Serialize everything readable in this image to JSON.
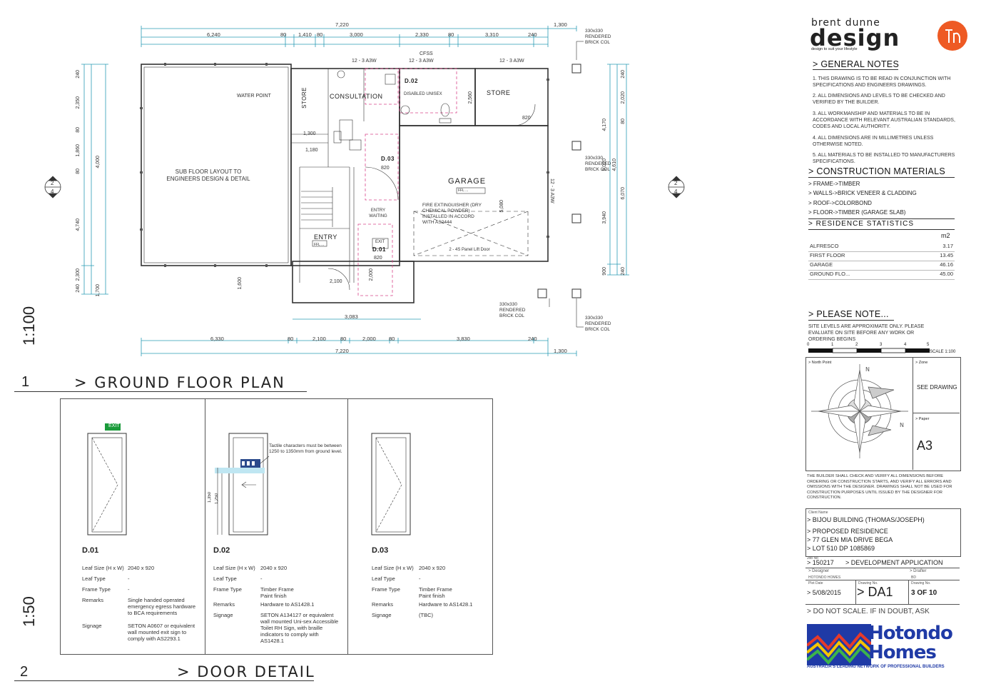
{
  "plan": {
    "dims_top": {
      "overall": "7,220",
      "overhang": "1,300",
      "segments": [
        "6,240",
        "80",
        "1,410",
        "80",
        "3,000",
        "2,330",
        "80",
        "3,310",
        "240"
      ]
    },
    "dims_bottom": {
      "overall": "7,220",
      "overhang": "1,300",
      "segments": [
        "6,330",
        "80",
        "2,100",
        "80",
        "2,000",
        "80",
        "3,830",
        "240"
      ],
      "entry": "3,083"
    },
    "left_dims": [
      "240",
      "2,350",
      "80",
      "1,860",
      "4,000",
      "4,740",
      "80",
      "2,300",
      "240",
      "1,700"
    ],
    "right_dims": [
      "240",
      "2,020",
      "80",
      "4,170",
      "9,020",
      "3,940",
      "4,610",
      "6,070",
      "900",
      "240"
    ],
    "labels": {
      "window_top_1": "12 - 3 A3W",
      "window_top_2": "12 - 3 A3W",
      "window_top_3": "12 - 3 A3W",
      "ceiling": "CFSS",
      "col_tr": "330x330 RENDERED BRICK COL",
      "col_mr": "330x330 RENDERED BRICK COL",
      "col_br": "330x330 RENDERED BRICK COL",
      "water_point": "WATER POINT",
      "store_1": "STORE",
      "consultation": "CONSULTATION",
      "disabled": "DISABLED UNISEX",
      "store_2": "STORE",
      "subfloor": "SUB FLOOR LAYOUT TO ENGINEERS DESIGN & DETAIL",
      "garage": "GARAGE",
      "garage_slab": "FFL ...",
      "fire": "FIRE EXTINGUISHER (DRY CHEMICAL POWDER) INSTALLED IN ACCORD WITH AS2444",
      "entry_waiting": "ENTRY WAITING",
      "entry": "ENTRY",
      "entry_ffl": "FFL ...",
      "garage_door": "2 - 4S Panel Lift Door",
      "d01": "D.01",
      "d02": "D.02",
      "d03": "D.03",
      "exit": "EXIT",
      "window_right": "12 - 3 A3W",
      "d820_1": "820",
      "d820_2": "820",
      "d820_3": "820",
      "d300": "1,300",
      "d1180": "1,180",
      "d2560": "2,560",
      "d2100": "2,100",
      "d5080": "5,080",
      "d1600": "1,600",
      "d2000": "2,000"
    },
    "section_left": {
      "top": "2",
      "bottom": "4"
    },
    "section_right": {
      "top": "2",
      "bottom": "4"
    }
  },
  "titles": {
    "scale_1": "1:100",
    "num_1": "1",
    "ground_floor": "> GROUND FLOOR PLAN",
    "scale_2": "1:50",
    "num_2": "2",
    "door_detail": "> DOOR DETAIL"
  },
  "doors": {
    "exit_sign": "EXIT",
    "tactile_note": "Tactile characters must be between 1250 to 1350mm from ground level.",
    "d02_dim1": "1,350",
    "d02_dim2": "1,250",
    "labels": [
      "Leaf Size (H x W)",
      "Leaf Type",
      "Frame Type",
      "Remarks",
      "Signage"
    ],
    "d01": {
      "title": "D.01",
      "leaf_size": "2040 x 920",
      "leaf_type": "-",
      "frame_type": "-",
      "remarks": "Single handed operated emergency egress hardware to BCA requirements",
      "signage": "SETON A0607 or equivalent wall mounted exit sign to comply with AS2293.1"
    },
    "d02": {
      "title": "D.02",
      "leaf_size": "2040 x 920",
      "leaf_type": "-",
      "frame_type": "Timber Frame Paint finish",
      "remarks": "Hardware to AS1428.1",
      "signage": "SETON A134127 or equivalent wall mounted Uni-sex Accessible Toilet RH Sign, with braille indicators to comply with AS1428.1"
    },
    "d03": {
      "title": "D.03",
      "leaf_size": "2040 x 920",
      "leaf_type": "-",
      "frame_type": "Timber Frame Paint finish",
      "remarks": "Hardware to AS1428.1",
      "signage": "(TBC)"
    }
  },
  "panel": {
    "brand_top": "brent dunne",
    "brand_main": "design",
    "brand_tag": "design to suit your lifestyle",
    "general_notes_h": "> GENERAL NOTES",
    "notes": [
      "1. THIS DRAWING IS TO BE READ IN CONJUNCTION WITH SPECIFICATIONS AND ENGINEERS DRAWINGS.",
      "2. ALL DIMENSIONS AND LEVELS TO BE CHECKED AND VERIFIED BY THE BUILDER.",
      "3. ALL WORKMANSHIP AND MATERIALS TO BE IN ACCORDANCE WITH RELEVANT AUSTRALIAN STANDARDS, CODES AND LOCAL AUTHORITY.",
      "4. ALL DIMENSIONS ARE IN MILLIMETRES UNLESS OTHERWISE NOTED.",
      "5. ALL MATERIALS TO BE INSTALLED TO MANUFACTURERS SPECIFICATIONS."
    ],
    "construction_h": "> CONSTRUCTION MATERIALS",
    "materials": [
      "> FRAME->TIMBER",
      "> WALLS->BRICK VENEER & CLADDING",
      "> ROOF->COLORBOND",
      "> FLOOR->TIMBER (GARAGE SLAB)"
    ],
    "stats_h": "> RESIDENCE STATISTICS",
    "stats_unit": "m2",
    "stats": [
      {
        "label": "ALFRESCO",
        "value": "3.17"
      },
      {
        "label": "FIRST FLOOR",
        "value": "13.45"
      },
      {
        "label": "GARAGE",
        "value": "46.16"
      },
      {
        "label": "GROUND FLO...",
        "value": "45.00"
      }
    ],
    "please_note_h": "> PLEASE NOTE...",
    "please_note": "SITE LEVELS ARE APPROXIMATE ONLY. PLEASE EVALUATE ON SITE BEFORE ANY WORK OR ORDERING BEGINS",
    "scale_ticks": [
      "0",
      "1",
      "2",
      "3",
      "4",
      "5"
    ],
    "scale_label": "SCALE 1:100",
    "north_point": "> North Point",
    "zone_h": "> Zone",
    "zone": "SEE DRAWING",
    "paper_h": "> Paper",
    "paper": "A3",
    "builder_note": "THE BUILDER SHALL CHECK AND VERIFY ALL DIMENSIONS BEFORE ORDERING OR CONSTRUCTION STARTS, AND VERIFY ALL ERRORS AND OMISSIONS WITH THE DESIGNER. DRAWINGS SHALL NOT BE USED FOR CONSTRUCTION PURPOSES UNTIL ISSUED BY THE DESIGNER FOR CONSTRUCTION.",
    "client_h": "Client Name",
    "client": "> BIJOU BUILDING (THOMAS/JOSEPH)",
    "project_lines": [
      "> PROPOSED RESIDENCE",
      "> 77 GLEN MIA DRIVE BEGA",
      "> LOT 510   DP 1085869"
    ],
    "job_h": "Job No",
    "job": "> 150217",
    "stage": "> DEVELOPMENT APPLICATION",
    "designer_h": "> Designer",
    "designer": "HOTONDO HOMES",
    "drafter_h": "> Drafter",
    "drafter": "BD",
    "date_h": "Plot Date",
    "date": "> 5/08/2015",
    "drawing_no_h": "Drawing No.",
    "drawing_no": "> DA1",
    "sheet_h": "Drawing No.",
    "sheet": "3 OF 10",
    "do_not_scale": "> DO NOT SCALE. IF IN DOUBT, ASK",
    "hotondo_1": "Hotondo",
    "hotondo_2": "Homes",
    "hotondo_tag": "AUSTRALIA'S LEADING NETWORK OF PROFESSIONAL BUILDERS"
  },
  "colors": {
    "dim": "#2a9bb5",
    "wall": "#333333",
    "pink": "#d9458a",
    "orange": "#ee5a24",
    "hotondo_blue": "#1f3aa6"
  }
}
